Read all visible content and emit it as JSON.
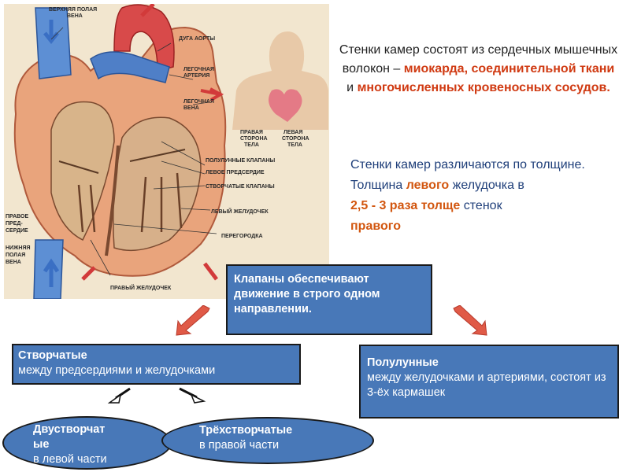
{
  "diagram_labels": {
    "svc": [
      "ВЕРХНЯЯ ПОЛАЯ",
      "ВЕНА"
    ],
    "aortic_arch": "ДУГА АОРТЫ",
    "pulm_artery": [
      "ЛЕГОЧНАЯ",
      "АРТЕРИЯ"
    ],
    "pulm_vein": [
      "ЛЕГОЧНАЯ",
      "ВЕНА"
    ],
    "right_side": [
      "ПРАВАЯ",
      "СТОРОНА",
      "ТЕЛА"
    ],
    "left_side": [
      "ЛЕВАЯ",
      "СТОРОНА",
      "ТЕЛА"
    ],
    "semilunar": "ПОЛУЛУННЫЕ КЛАПАНЫ",
    "left_atrium": "ЛЕВОЕ ПРЕДСЕРДИЕ",
    "leaflet_valves": "СТВОРЧАТЫЕ КЛАПАНЫ",
    "left_ventricle": "ЛЕВЫЙ ЖЕЛУДОЧЕК",
    "septum": "ПЕРЕГОРОДКА",
    "right_atrium": [
      "ПРАВОЕ",
      "ПРЕД-",
      "СЕРДИЕ"
    ],
    "ivc": [
      "НИЖНЯЯ",
      "ПОЛАЯ",
      "ВЕНА"
    ],
    "right_ventricle": "ПРАВЫЙ ЖЕЛУДОЧЕК"
  },
  "intro": {
    "part1": "Стенки камер состоят из сердечных мышечных волокон –",
    "highlight1": "миокарда, соединительной ткани",
    "conj": "и",
    "highlight2": "многочисленных кровеносных сосудов."
  },
  "thickness": {
    "line1": "Стенки камер различаются по толщине.",
    "line2_start": "Толщина",
    "line2_highlight": "левого",
    "line2_end": "желудочка в",
    "line3_highlight": "2,5  - 3 раза толще",
    "line3_end": "стенок",
    "line4_highlight": "правого"
  },
  "valves_box": {
    "text": "Клапаны обеспечивают движение в строго одном направлении."
  },
  "leaflet": {
    "title": "Створчатые",
    "desc": "между предсердиями и желудочками"
  },
  "semilunar": {
    "title": "Полулунные",
    "desc": "между желудочками и артериями, состоят из 3-ёх кармашек"
  },
  "bicuspid": {
    "title_line1": "Двустворчат",
    "title_line2": "ые",
    "desc": "в левой части"
  },
  "tricuspid": {
    "title": "Трёхстворчатые",
    "desc": "в правой части"
  },
  "colors": {
    "box": "#4878b8",
    "accent_red": "#d03a12",
    "accent_orange": "#d2560f",
    "text_blue": "#1f3f7a",
    "arrow": "#e05a47"
  }
}
